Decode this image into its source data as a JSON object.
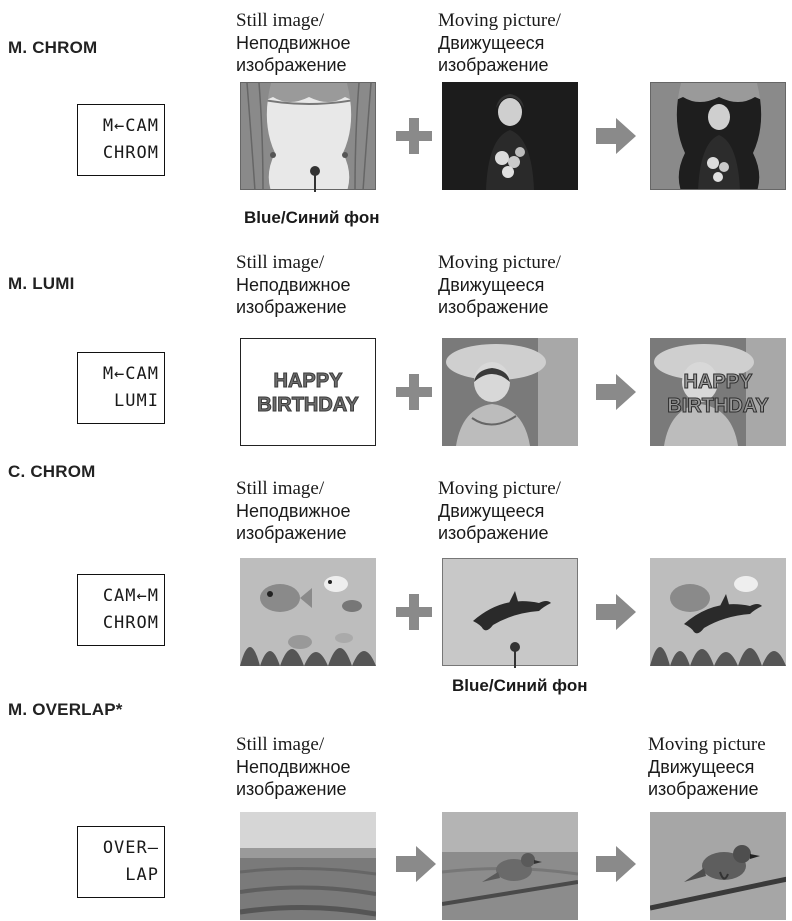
{
  "labels": {
    "still_en": "Still image/",
    "still_ru": "Неподвижное",
    "still_ru2": "изображение",
    "moving_en": "Moving picture/",
    "moving_en_cut": "Moving picture",
    "moving_ru": "Движущееся",
    "moving_ru2": "изображение",
    "blue": "Blue/",
    "blue_ru": "Синий фон"
  },
  "sections": [
    {
      "title": "M. CHROM",
      "lcd": [
        "M←CAM",
        "CHROM"
      ]
    },
    {
      "title": "M. LUMI",
      "lcd": [
        "M←CAM",
        "LUMI"
      ],
      "text": [
        "HAPPY",
        "BIRTHDAY"
      ]
    },
    {
      "title": "C. CHROM",
      "lcd": [
        "CAM←M",
        "CHROM"
      ]
    },
    {
      "title": "M. OVERLAP*",
      "lcd": [
        "OVER–",
        "LAP"
      ]
    }
  ],
  "colors": {
    "gray_symbol": "#8a8a8a",
    "text": "#1a1a1a"
  }
}
